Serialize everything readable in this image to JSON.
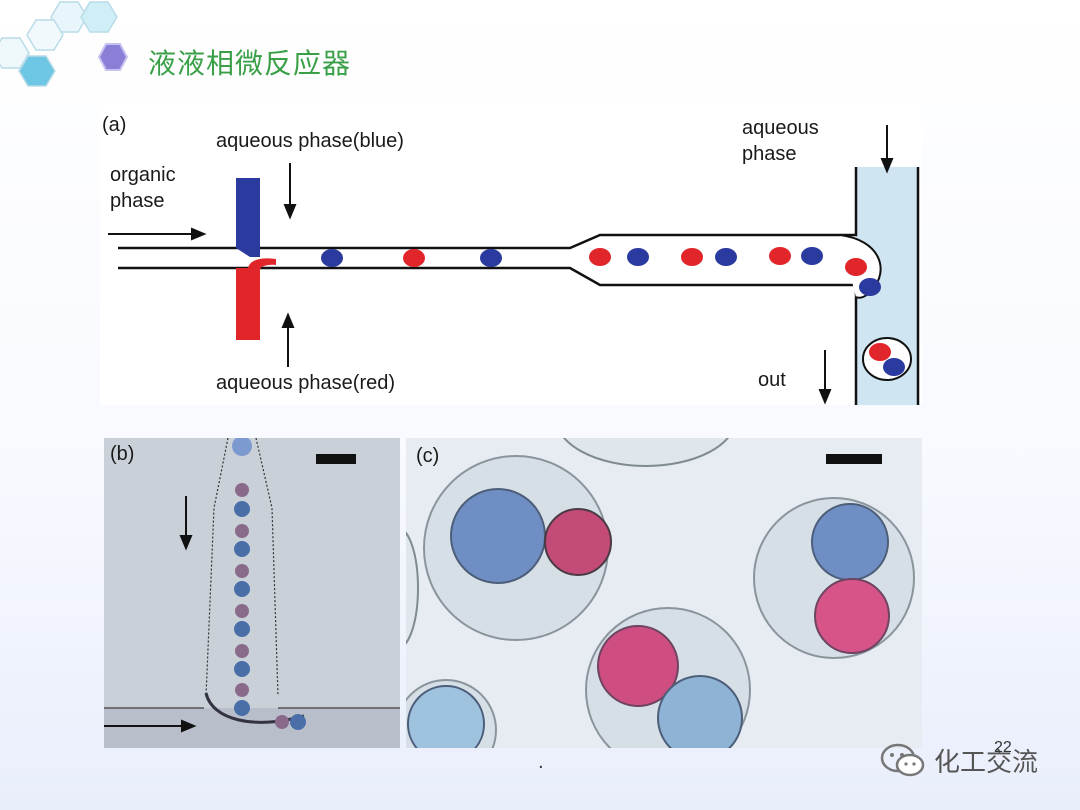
{
  "slide": {
    "title": "液液相微反应器",
    "page_number": "22",
    "footer_dot": "."
  },
  "panel_a": {
    "label": "(a)",
    "organic_line1": "organic",
    "organic_line2": "phase",
    "aqueous_blue": "aqueous phase(blue)",
    "aqueous_red": "aqueous phase(red)",
    "aqueous_line1": "aqueous",
    "aqueous_line2": "phase",
    "out": "out"
  },
  "panel_b": {
    "label": "(b)"
  },
  "panel_c": {
    "label": "(c)"
  },
  "watermark": {
    "icon": "wechat-icon",
    "text": "化工交流"
  },
  "colors": {
    "title_green": "#3aa047",
    "drop_blue": "#2b3a9e",
    "drop_red": "#e0262b",
    "channel_blue": "#cfe6f2"
  }
}
